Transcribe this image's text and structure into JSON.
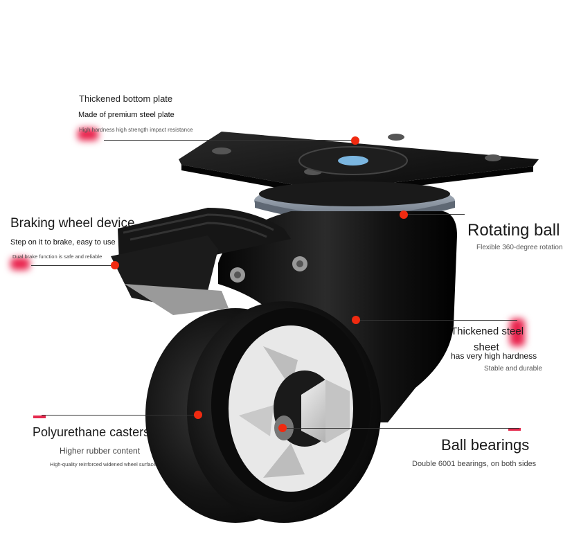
{
  "labels": {
    "bottom_plate": {
      "title": "Thickened bottom plate",
      "sub1": "Made of premium steel plate",
      "sub2": "High hardness high strength impact resistance"
    },
    "braking": {
      "title": "Braking wheel device",
      "sub1": "Step on it to brake, easy to use",
      "sub2": "Dual brake function is safe and reliable"
    },
    "rotating": {
      "title": "Rotating ball",
      "sub1": "Flexible 360-degree rotation"
    },
    "steel_sheet": {
      "title_line1": "Thickened steel",
      "title_line2": "sheet",
      "sub1": "has very high hardness",
      "sub2": "Stable and durable"
    },
    "polyurethane": {
      "title": "Polyurethane casters",
      "sub1": "Higher rubber content",
      "sub2": "High-quality reinforced widened wheel surface"
    },
    "bearings": {
      "title": "Ball bearings",
      "sub1": "Double 6001 bearings, on both sides"
    }
  },
  "colors": {
    "accent_red": "#e5294d",
    "dot_red": "#f02a10",
    "caster_black": "#111111",
    "hub_white": "#e8e8e8",
    "ring_grey": "#8a95a3"
  },
  "icons": {
    "product": "swivel-caster-wheel"
  }
}
